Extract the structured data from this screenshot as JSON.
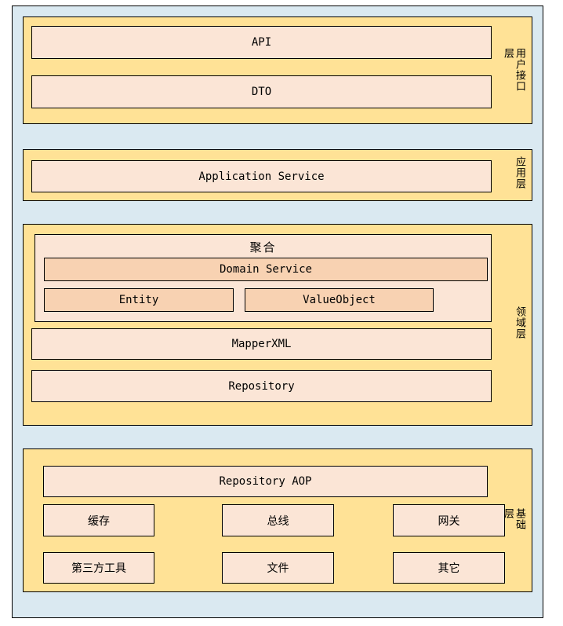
{
  "colors": {
    "page_bg": "#FFFFFF",
    "canvas_bg": "#DAE9F1",
    "band_bg": "#FFE296",
    "box_bg": "#FBE5D6",
    "box_dark_bg": "#F8D2B2",
    "border": "#000000"
  },
  "layers": {
    "ui": {
      "label": "用户接口层",
      "api": "API",
      "dto": "DTO"
    },
    "app": {
      "label": "应用层",
      "service": "Application Service"
    },
    "domain": {
      "label": "领域层",
      "aggregate_title": "聚合",
      "domain_service": "Domain Service",
      "entity": "Entity",
      "value_object": "ValueObject",
      "mapper": "MapperXML",
      "repository": "Repository"
    },
    "infra": {
      "label": "基础层",
      "aop": "Repository AOP",
      "cache": "缓存",
      "bus": "总线",
      "gateway": "网关",
      "third_party": "第三方工具",
      "file": "文件",
      "other": "其它"
    }
  }
}
